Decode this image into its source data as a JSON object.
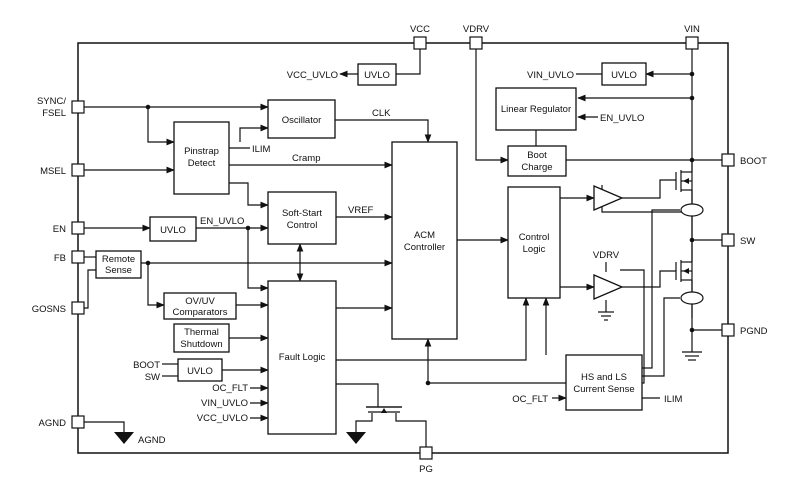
{
  "pins": {
    "vcc": "VCC",
    "vdrv": "VDRV",
    "vin": "VIN",
    "sync_fsel_1": "SYNC/",
    "sync_fsel_2": "FSEL",
    "msel": "MSEL",
    "en": "EN",
    "fb": "FB",
    "gosns": "GOSNS",
    "agnd": "AGND",
    "pg": "PG",
    "boot": "BOOT",
    "sw": "SW",
    "pgnd": "PGND"
  },
  "blocks": {
    "uvlo_vcc": "UVLO",
    "oscillator": "Oscillator",
    "pinstrap_1": "Pinstrap",
    "pinstrap_2": "Detect",
    "uvlo_en": "UVLO",
    "softstart_1": "Soft-Start",
    "softstart_2": "Control",
    "remote_1": "Remote",
    "remote_2": "Sense",
    "ovuv_1": "OV/UV",
    "ovuv_2": "Comparators",
    "thermal_1": "Thermal",
    "thermal_2": "Shutdown",
    "uvlo_boot": "UVLO",
    "fault_logic": "Fault Logic",
    "acm_1": "ACM",
    "acm_2": "Controller",
    "control_1": "Control",
    "control_2": "Logic",
    "uvlo_vin": "UVLO",
    "linreg": "Linear Regulator",
    "boot_1": "Boot",
    "boot_2": "Charge",
    "hsls_1": "HS and LS",
    "hsls_2": "Current Sense"
  },
  "signals": {
    "vcc_uvlo_in": "VCC_UVLO",
    "clk": "CLK",
    "ilim_pinstrap": "ILIM",
    "cramp": "Cramp",
    "en_uvlo": "EN_UVLO",
    "vref": "VREF",
    "boot_in": "BOOT",
    "sw_in": "SW",
    "oc_flt": "OC_FLT",
    "vin_uvlo_fault": "VIN_UVLO",
    "vcc_uvlo_fault": "VCC_UVLO",
    "vin_uvlo_out": "VIN_UVLO",
    "en_uvlo_linreg": "EN_UVLO",
    "vdrv_driver": "VDRV",
    "oc_flt_cs": "OC_FLT",
    "ilim_cs": "ILIM"
  }
}
